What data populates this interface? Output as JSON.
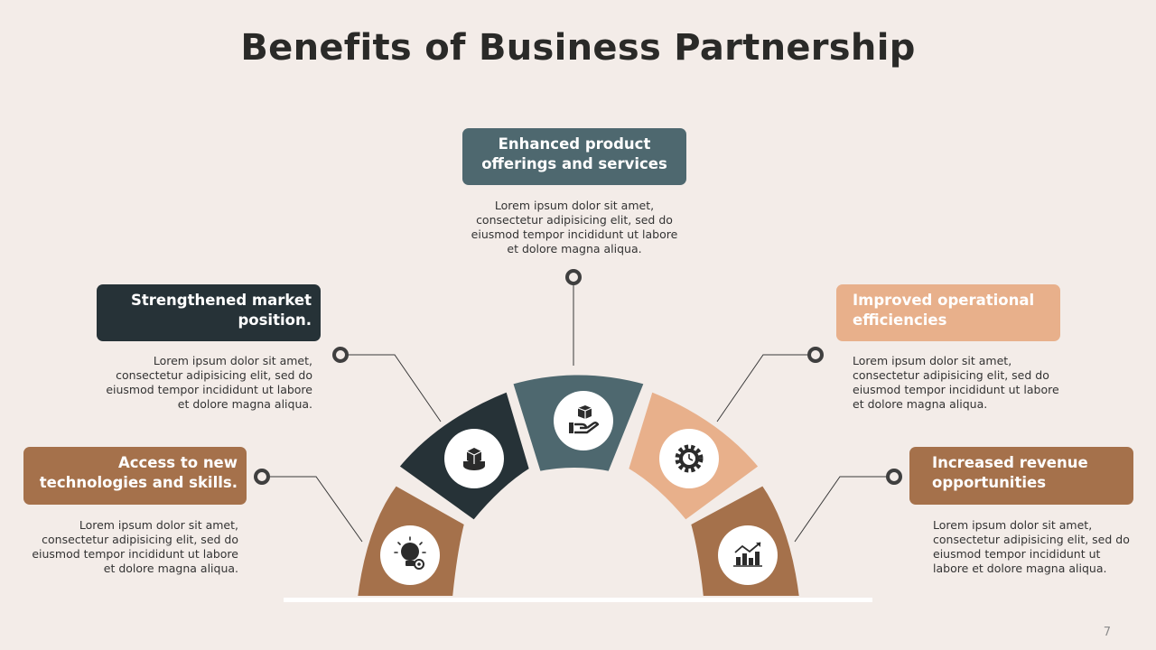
{
  "title": "Benefits of Business Partnership",
  "page_number": "7",
  "colors": {
    "background": "#f3ece8",
    "brown": "#a5714b",
    "dark": "#263237",
    "slate": "#4e686f",
    "peach": "#e8b08b"
  },
  "items": [
    {
      "heading": "Access to new technologies and skills.",
      "description": "Lorem ipsum dolor sit amet, consectetur adipisicing elit, sed do eiusmod tempor incididunt ut labore et dolore magna aliqua.",
      "icon": "lightbulb-idea-icon",
      "color": "#a5714b"
    },
    {
      "heading": "Strengthened market position.",
      "description": "Lorem ipsum dolor sit amet, consectetur adipisicing elit, sed do eiusmod tempor incididunt ut labore et dolore magna aliqua.",
      "icon": "podium-box-icon",
      "color": "#263237"
    },
    {
      "heading": "Enhanced product offerings and services",
      "description": "Lorem ipsum dolor sit amet, consectetur adipisicing elit, sed do eiusmod tempor incididunt ut labore et dolore magna aliqua.",
      "icon": "hand-box-icon",
      "color": "#4e686f"
    },
    {
      "heading": "Improved operational efficiencies",
      "description": "Lorem ipsum dolor sit amet, consectetur adipisicing elit, sed do eiusmod tempor incididunt ut labore et dolore magna aliqua.",
      "icon": "gear-clock-icon",
      "color": "#e8b08b"
    },
    {
      "heading": "Increased revenue opportunities",
      "description": "Lorem ipsum dolor sit amet, consectetur adipisicing elit, sed do eiusmod tempor incididunt ut labore et dolore magna aliqua.",
      "icon": "growth-chart-icon",
      "color": "#a5714b"
    }
  ]
}
